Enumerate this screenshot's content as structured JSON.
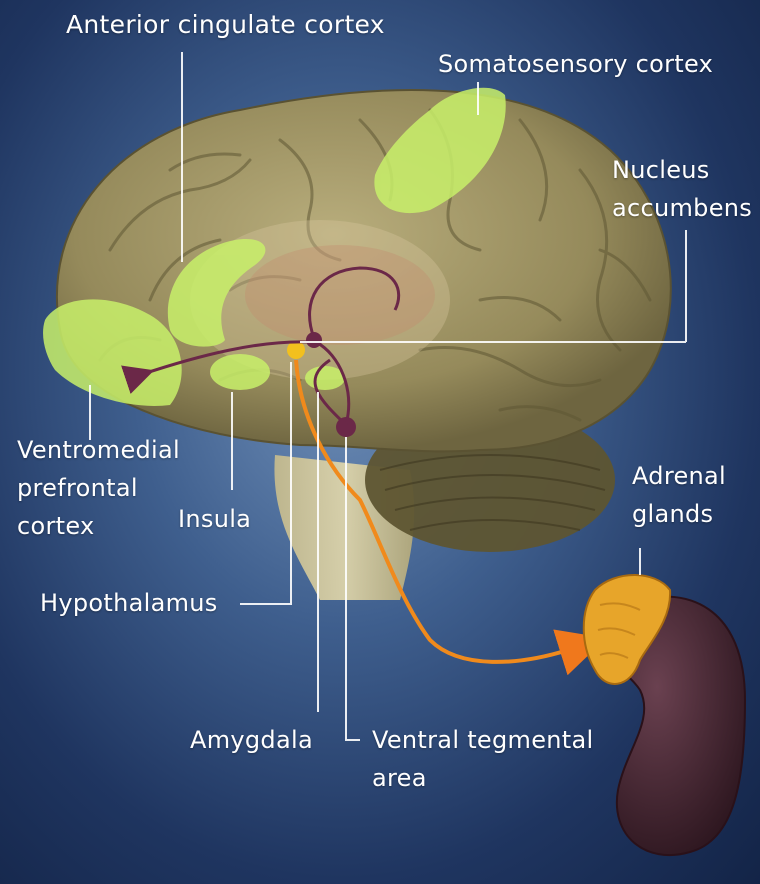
{
  "labels": {
    "anterior_cingulate": "Anterior cingulate cortex",
    "somatosensory": "Somatosensory cortex",
    "nucleus_line1": "Nucleus",
    "nucleus_line2": "accumbens",
    "vmpfc_line1": "Ventromedial",
    "vmpfc_line2": "prefrontal",
    "vmpfc_line3": "cortex",
    "insula": "Insula",
    "adrenal_line1": "Adrenal",
    "adrenal_line2": "glands",
    "hypothalamus": "Hypothalamus",
    "amygdala": "Amygdala",
    "vta_line1": "Ventral tegmental",
    "vta_line2": "area"
  },
  "colors": {
    "background": "#2b4670",
    "brain": "#a59a6a",
    "highlight_region": "#c8f06a",
    "kidney": "#4a2a36",
    "adrenal": "#e7a52a",
    "pathway_purple": "#6b2848",
    "pathway_orange": "#f08a1c",
    "label_text": "#ffffff"
  }
}
